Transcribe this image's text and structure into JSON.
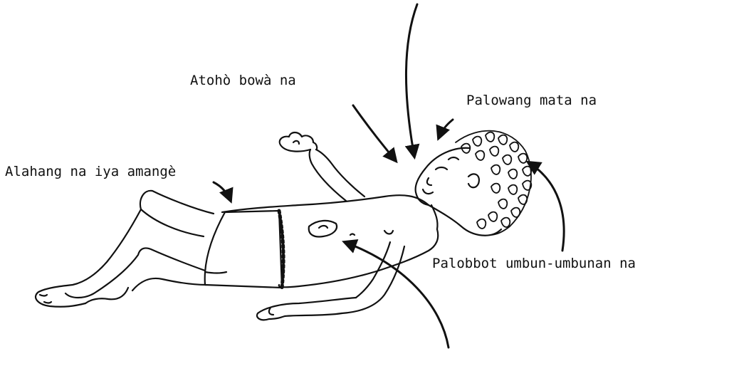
{
  "labels": {
    "atoho": "Atohò bowà na",
    "palowang": "Palowang mata na",
    "alahang": "Alahang na iya amangè",
    "palobbot": "Palobbot umbun-umbunan na"
  },
  "colors": {
    "ink": "#111111",
    "background": "#ffffff"
  }
}
